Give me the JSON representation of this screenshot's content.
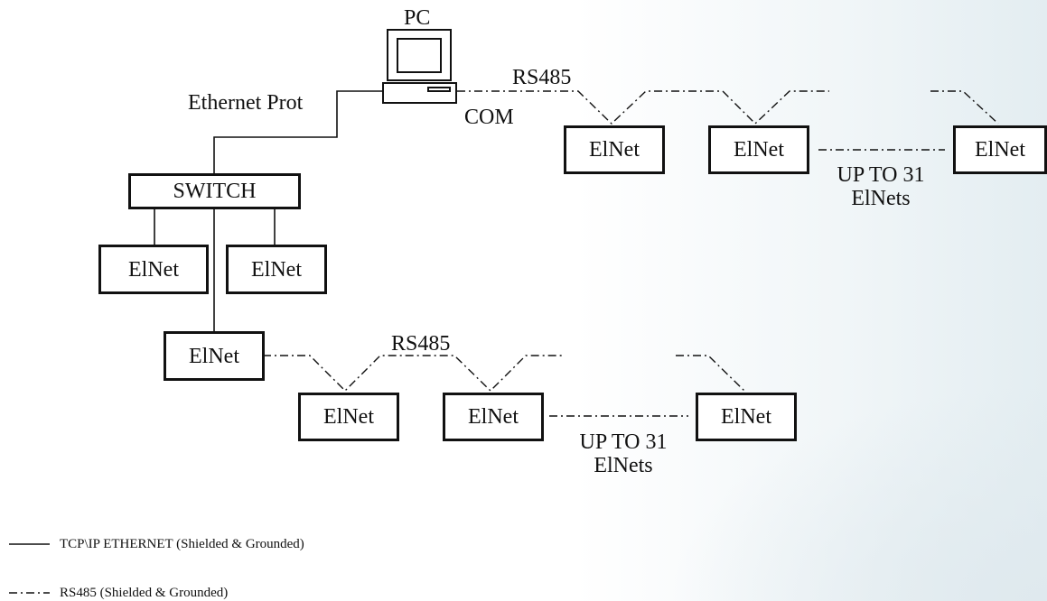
{
  "diagram": {
    "pc": {
      "label": "PC"
    },
    "ethernet_label": "Ethernet Prot",
    "com_label": "COM",
    "rs485_top_label": "RS485",
    "rs485_bottom_label": "RS485",
    "switch_label": "SWITCH",
    "elnet_label": "ElNet",
    "up_to_top": {
      "line1": "UP TO 31",
      "line2": "ElNets"
    },
    "up_to_bottom": {
      "line1": "UP TO 31",
      "line2": "ElNets"
    }
  },
  "legend": {
    "ethernet": "TCP\\IP ETHERNET (Shielded & Grounded)",
    "rs485": "RS485 (Shielded & Grounded)"
  }
}
